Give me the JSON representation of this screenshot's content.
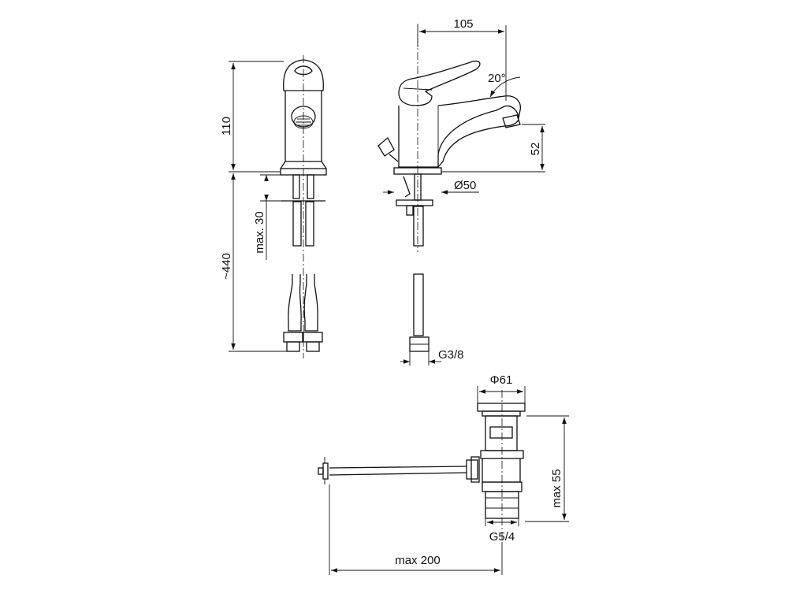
{
  "dimensions": {
    "width_top": "105",
    "angle": "20°",
    "height_spout": "52",
    "diameter_base": "Ø50",
    "height_body": "110",
    "max_thickness": "max. 30",
    "hose_length": "~440",
    "thread_hose": "G3/8",
    "diameter_drain": "Φ61",
    "drain_max_height": "max 55",
    "thread_drain": "G5/4",
    "rod_max_length": "max 200"
  }
}
